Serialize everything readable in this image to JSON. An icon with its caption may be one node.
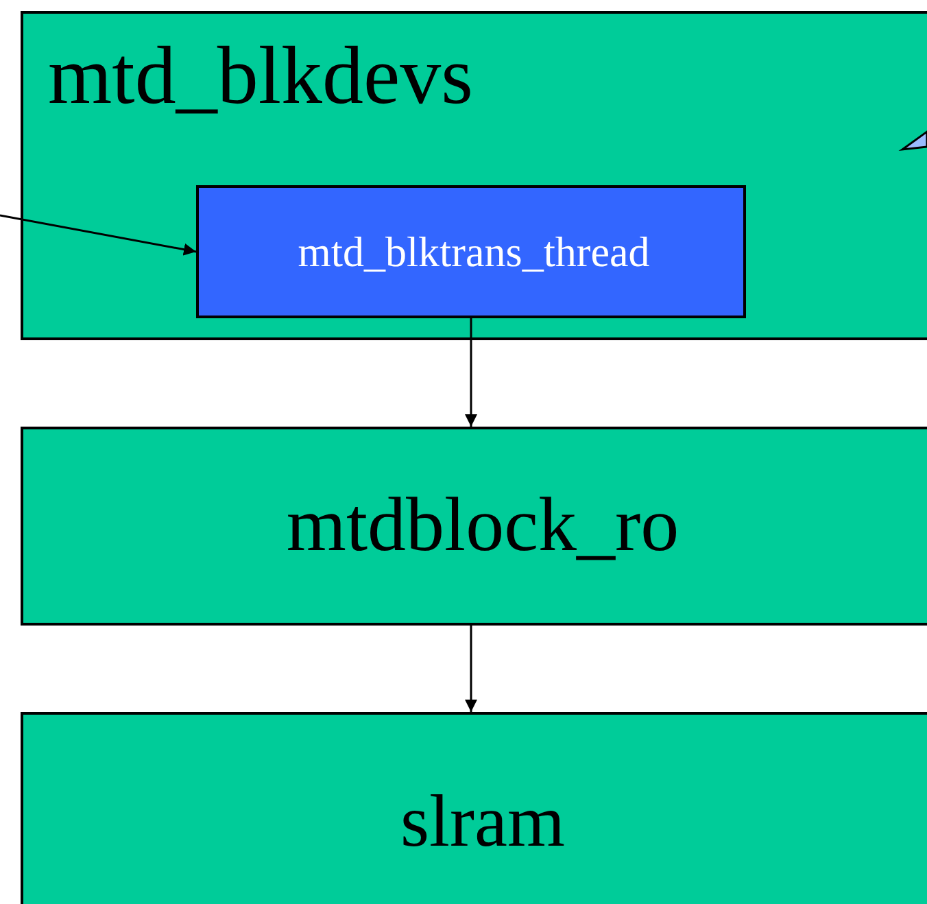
{
  "diagram": {
    "nodes": [
      {
        "text": [
          "mtd_blkdevs"
        ]
      },
      {
        "text": [
          "mtd_blktrans_thread"
        ],
        "in": 0
      },
      {
        "text": [
          "mtdblock_ro"
        ]
      },
      {
        "text": [
          "slram"
        ]
      }
    ],
    "edges": [
      {
        "from": null,
        "to": 1,
        "arrow": "to"
      },
      {
        "from": 1,
        "to": 2,
        "arrow": "to"
      },
      {
        "from": 2,
        "to": 3,
        "arrow": "to"
      }
    ]
  }
}
